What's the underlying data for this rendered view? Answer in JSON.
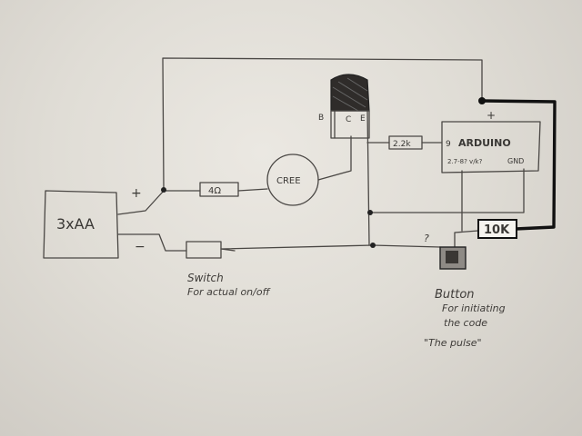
{
  "battery": {
    "label": "3xAA",
    "plus": "+",
    "minus": "−"
  },
  "resistor_4ohm": {
    "label": "4Ω"
  },
  "led": {
    "label": "CREE"
  },
  "transistor": {
    "b": "B",
    "c": "C",
    "e": "E"
  },
  "resistor_2k2": {
    "label": "2.2k"
  },
  "arduino": {
    "pin": "9",
    "name": "ARDUINO",
    "vin": "2.7-8? v/k?",
    "gnd": "GND",
    "plus": "+"
  },
  "resistor_10k": {
    "label": "10K"
  },
  "switch": {
    "line1": "Switch",
    "line2": "For actual on/off"
  },
  "button": {
    "question": "?",
    "line1": "Button",
    "line2": "For initiating",
    "line3": "the code",
    "line4": "\"The pulse\""
  }
}
